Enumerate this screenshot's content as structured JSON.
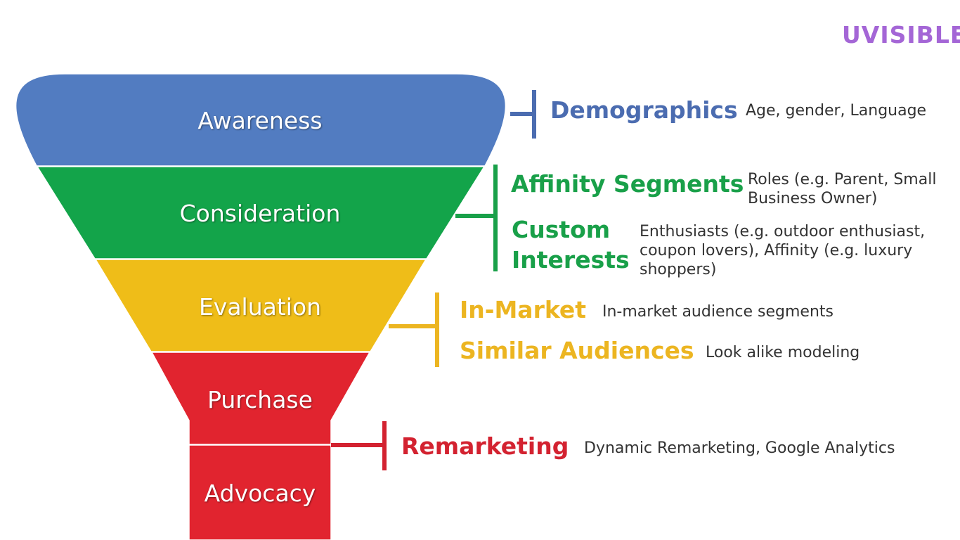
{
  "logo": {
    "text": "UVISIBLE",
    "color": "#a466d6"
  },
  "colors": {
    "awareness": "#527cc1",
    "consideration": "#13a44a",
    "evaluation": "#efbd18",
    "purchase": "#e1242f",
    "advocacy": "#e1242f",
    "demographics": "#4b6cb0",
    "affinity": "#19a049",
    "in_market": "#ecb521",
    "remarketing": "#d32230"
  },
  "funnel": {
    "stages": [
      {
        "label": "Awareness"
      },
      {
        "label": "Consideration"
      },
      {
        "label": "Evaluation"
      },
      {
        "label": "Purchase"
      },
      {
        "label": "Advocacy"
      }
    ]
  },
  "segments": {
    "demographics": {
      "title": "Demographics",
      "desc": "Age, gender, Language"
    },
    "affinity": {
      "title": "Affinity Segments",
      "desc_line1": "Roles (e.g. Parent, Small",
      "desc_line2": "Business Owner)"
    },
    "custom_interests": {
      "title_line1": "Custom",
      "title_line2": "Interests",
      "desc_line1": "Enthusiasts (e.g. outdoor enthusiast,",
      "desc_line2": "coupon lovers), Affinity (e.g. luxury",
      "desc_line3": "shoppers)"
    },
    "in_market": {
      "title": "In-Market",
      "desc": "In-market audience segments"
    },
    "similar_audiences": {
      "title": "Similar Audiences",
      "desc": "Look alike modeling"
    },
    "remarketing": {
      "title": "Remarketing",
      "desc": "Dynamic Remarketing, Google Analytics"
    }
  }
}
